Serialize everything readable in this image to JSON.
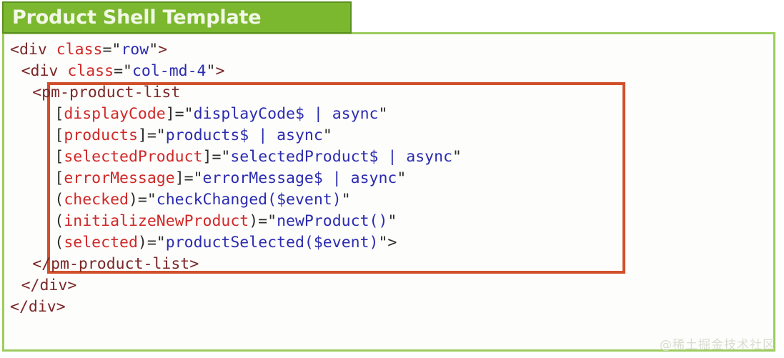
{
  "header": {
    "title": "Product Shell Template"
  },
  "colors": {
    "banner_bg": "#7cb82f",
    "banner_border": "#5c9122",
    "banner_text": "#f2f8e6",
    "content_border": "#9ccc5e",
    "highlight_border": "#d1502a",
    "tag": "#7b2727",
    "attribute": "#d02828",
    "string": "#2b2bb0",
    "punctuation": "#2b2b2b",
    "watermark": "#d8dcd0"
  },
  "code": {
    "language": "html",
    "lines": [
      {
        "indent": 0,
        "tokens": [
          {
            "t": "tag",
            "v": "<div "
          },
          {
            "t": "attr",
            "v": "class"
          },
          {
            "t": "punct",
            "v": "=\""
          },
          {
            "t": "str",
            "v": "row"
          },
          {
            "t": "punct",
            "v": "\""
          },
          {
            "t": "tag",
            "v": ">"
          }
        ]
      },
      {
        "indent": 1,
        "tokens": [
          {
            "t": "tag",
            "v": "<div "
          },
          {
            "t": "attr",
            "v": "class"
          },
          {
            "t": "punct",
            "v": "=\""
          },
          {
            "t": "str",
            "v": "col-md-4"
          },
          {
            "t": "punct",
            "v": "\""
          },
          {
            "t": "tag",
            "v": ">"
          }
        ]
      },
      {
        "indent": 2,
        "tokens": [
          {
            "t": "tag",
            "v": "<pm-product-list"
          }
        ]
      },
      {
        "indent": 4,
        "tokens": [
          {
            "t": "punct",
            "v": "["
          },
          {
            "t": "attr",
            "v": "displayCode"
          },
          {
            "t": "punct",
            "v": "]=\""
          },
          {
            "t": "str",
            "v": "displayCode$ | async"
          },
          {
            "t": "punct",
            "v": "\""
          }
        ]
      },
      {
        "indent": 4,
        "tokens": [
          {
            "t": "punct",
            "v": "["
          },
          {
            "t": "attr",
            "v": "products"
          },
          {
            "t": "punct",
            "v": "]=\""
          },
          {
            "t": "str",
            "v": "products$ | async"
          },
          {
            "t": "punct",
            "v": "\""
          }
        ]
      },
      {
        "indent": 4,
        "tokens": [
          {
            "t": "punct",
            "v": "["
          },
          {
            "t": "attr",
            "v": "selectedProduct"
          },
          {
            "t": "punct",
            "v": "]=\""
          },
          {
            "t": "str",
            "v": "selectedProduct$ | async"
          },
          {
            "t": "punct",
            "v": "\""
          }
        ]
      },
      {
        "indent": 4,
        "tokens": [
          {
            "t": "punct",
            "v": "["
          },
          {
            "t": "attr",
            "v": "errorMessage"
          },
          {
            "t": "punct",
            "v": "]=\""
          },
          {
            "t": "str",
            "v": "errorMessage$ | async"
          },
          {
            "t": "punct",
            "v": "\""
          }
        ]
      },
      {
        "indent": 4,
        "tokens": [
          {
            "t": "punct",
            "v": "("
          },
          {
            "t": "attr",
            "v": "checked"
          },
          {
            "t": "punct",
            "v": ")=\""
          },
          {
            "t": "str",
            "v": "checkChanged($event)"
          },
          {
            "t": "punct",
            "v": "\""
          }
        ]
      },
      {
        "indent": 4,
        "tokens": [
          {
            "t": "punct",
            "v": "("
          },
          {
            "t": "attr",
            "v": "initializeNewProduct"
          },
          {
            "t": "punct",
            "v": ")=\""
          },
          {
            "t": "str",
            "v": "newProduct()"
          },
          {
            "t": "punct",
            "v": "\""
          }
        ]
      },
      {
        "indent": 4,
        "tokens": [
          {
            "t": "punct",
            "v": "("
          },
          {
            "t": "attr",
            "v": "selected"
          },
          {
            "t": "punct",
            "v": ")=\""
          },
          {
            "t": "str",
            "v": "productSelected($event)"
          },
          {
            "t": "punct",
            "v": "\">"
          }
        ]
      },
      {
        "indent": 2,
        "tokens": [
          {
            "t": "tag",
            "v": "</pm-product-list>"
          }
        ]
      },
      {
        "indent": 1,
        "tokens": [
          {
            "t": "tag",
            "v": "</div>"
          }
        ]
      },
      {
        "indent": 0,
        "tokens": [
          {
            "t": "tag",
            "v": "</div>"
          }
        ]
      }
    ]
  },
  "highlight": {
    "label": "pm-product-list-element-highlight"
  },
  "watermark": {
    "text": "@稀土掘金技术社区"
  }
}
